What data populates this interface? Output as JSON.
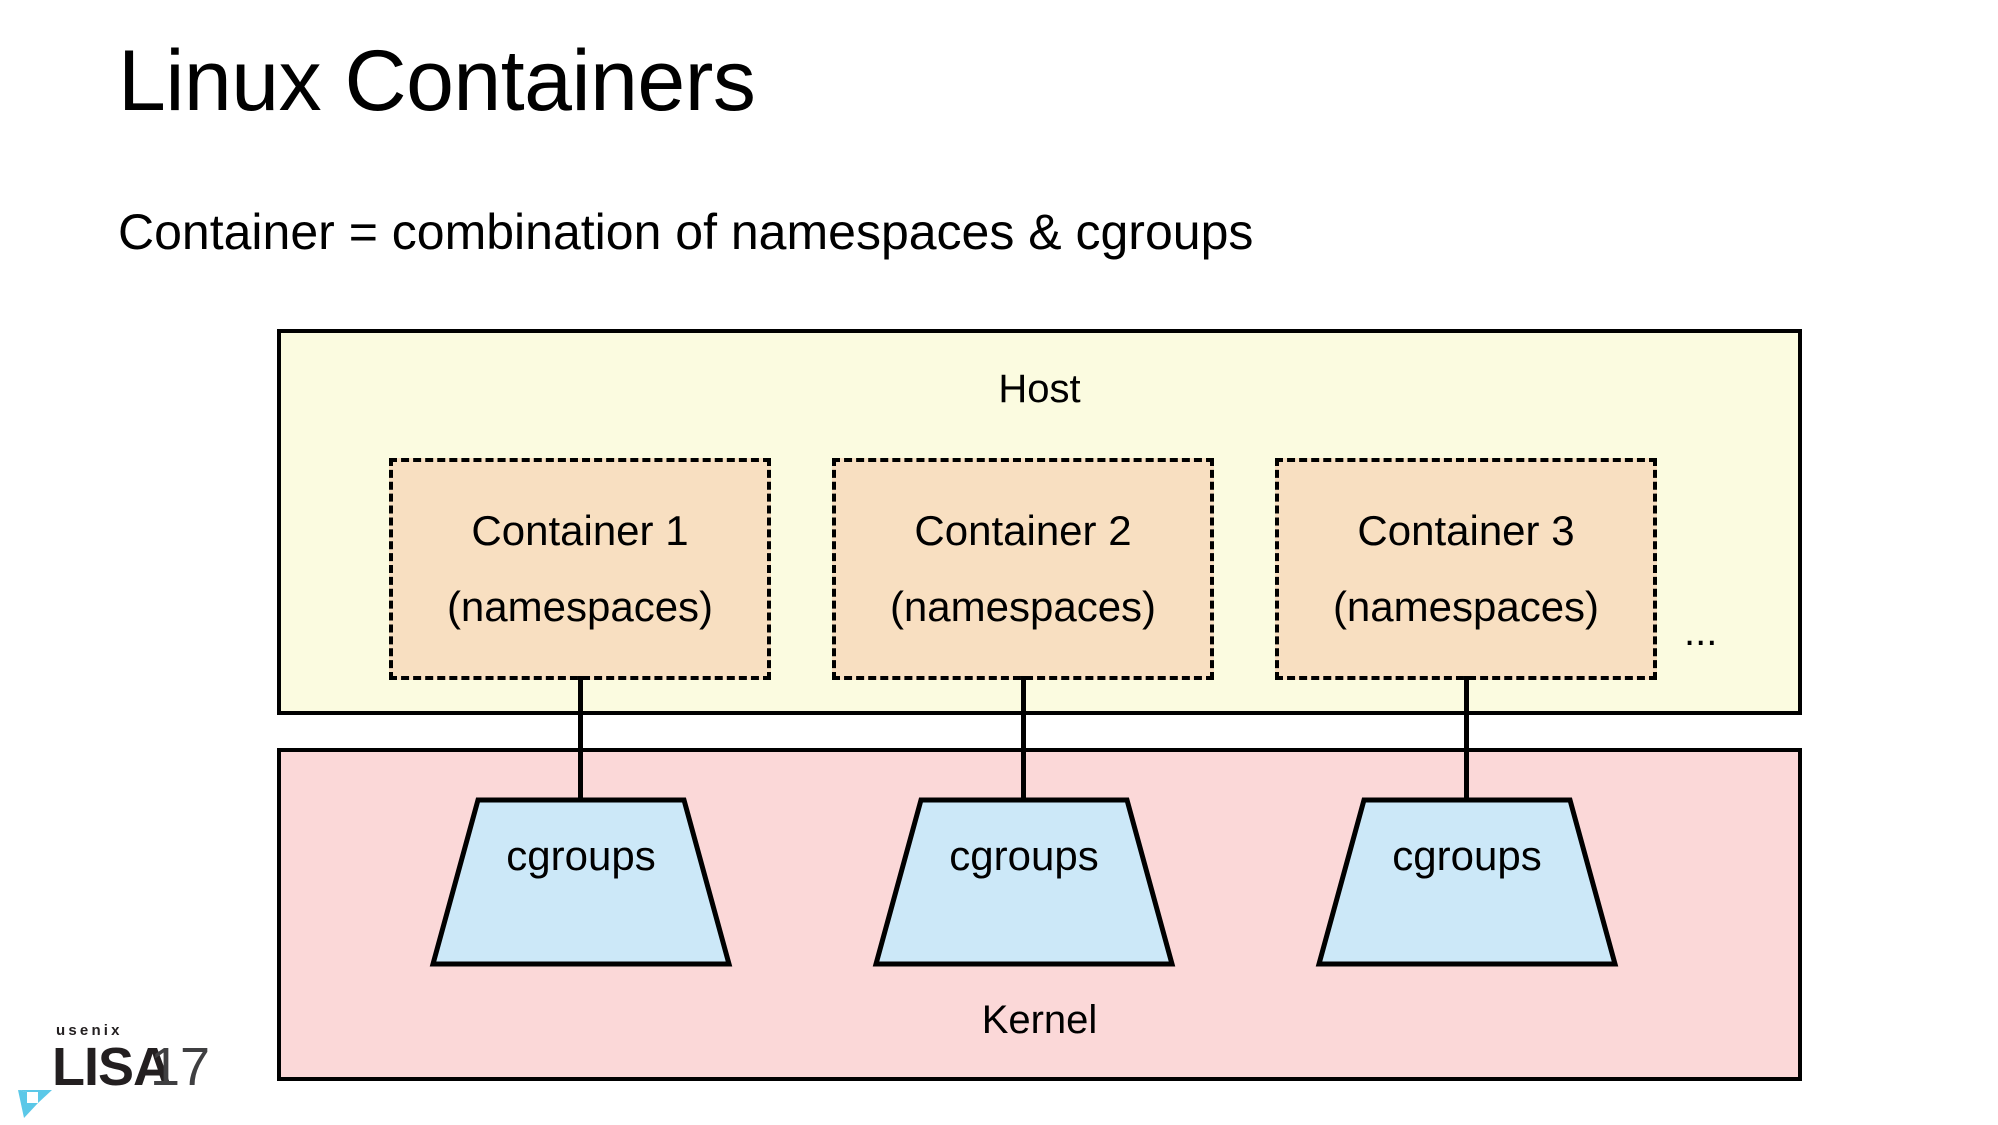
{
  "slide": {
    "title": "Linux Containers",
    "subtitle": "Container = combination of namespaces & cgroups"
  },
  "diagram": {
    "host": {
      "label": "Host",
      "fill": "#FBFBE0",
      "stroke": "#000000"
    },
    "kernel": {
      "label": "Kernel",
      "fill": "#FBD8D8",
      "stroke": "#000000"
    },
    "containers": [
      {
        "title": "Container 1",
        "subtitle": "(namespaces)"
      },
      {
        "title": "Container 2",
        "subtitle": "(namespaces)"
      },
      {
        "title": "Container 3",
        "subtitle": "(namespaces)"
      }
    ],
    "container_style": {
      "fill": "#F8DFC1",
      "stroke": "#000000",
      "border_style": "dashed"
    },
    "ellipsis": "...",
    "cgroups": [
      {
        "label": "cgroups"
      },
      {
        "label": "cgroups"
      },
      {
        "label": "cgroups"
      }
    ],
    "cgroup_style": {
      "fill": "#CCE8F8",
      "stroke": "#000000",
      "shape": "trapezoid"
    },
    "connector_color": "#000000"
  },
  "logo": {
    "usenix": "usenix",
    "lisa": "LISA",
    "year": "17",
    "accent": "#5BC8E8",
    "text_color": "#231f20"
  }
}
